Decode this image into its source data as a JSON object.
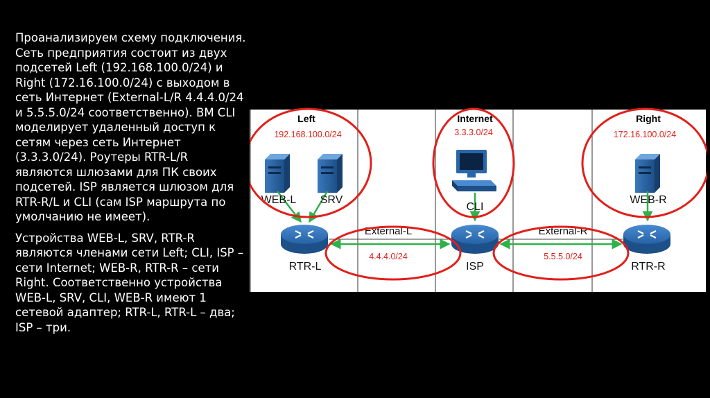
{
  "description": {
    "paragraph1": "Проанализируем схему подключения. Сеть предприятия состоит из двух подсетей Left (192.168.100.0/24) и Right (172.16.100.0/24) с выходом в сеть Интернет (External-L/R 4.4.4.0/24 и 5.5.5.0/24 соответственно). ВМ CLI моделирует удаленный доступ к сетям через сеть Интернет (3.3.3.0/24). Роутеры RTR-L/R являются шлюзами для ПК своих подсетей. ISP является шлюзом для RTR-R/L и CLI (сам ISP маршрута по умолчанию не имеет).",
    "paragraph2": "Устройства WEB-L, SRV, RTR-R являются членами сети Left; CLI, ISP – сети Internet; WEB-R, RTR-R – сети Right. Соответственно устройства WEB-L, SRV, CLI, WEB-R имеют 1 сетевой адаптер; RTR-L, RTR-L – два; ISP – три."
  },
  "diagram": {
    "zones": {
      "left": "Left",
      "internet": "Internet",
      "right": "Right"
    },
    "subnets": {
      "left": "192.168.100.0/24",
      "internet": "3.3.3.0/24",
      "right": "172.16.100.0/24",
      "external_l": "4.4.4.0/24",
      "external_r": "5.5.5.0/24"
    },
    "links": {
      "external_l": "External-L",
      "external_r": "External-R"
    },
    "devices": {
      "web_l": "WEB-L",
      "srv": "SRV",
      "cli": "CLI",
      "web_r": "WEB-R",
      "rtr_l": "RTR-L",
      "isp": "ISP",
      "rtr_r": "RTR-R"
    },
    "colors": {
      "highlight": "#e0201a",
      "arrow": "#2fb14a",
      "device": "#1f5d9e"
    }
  }
}
